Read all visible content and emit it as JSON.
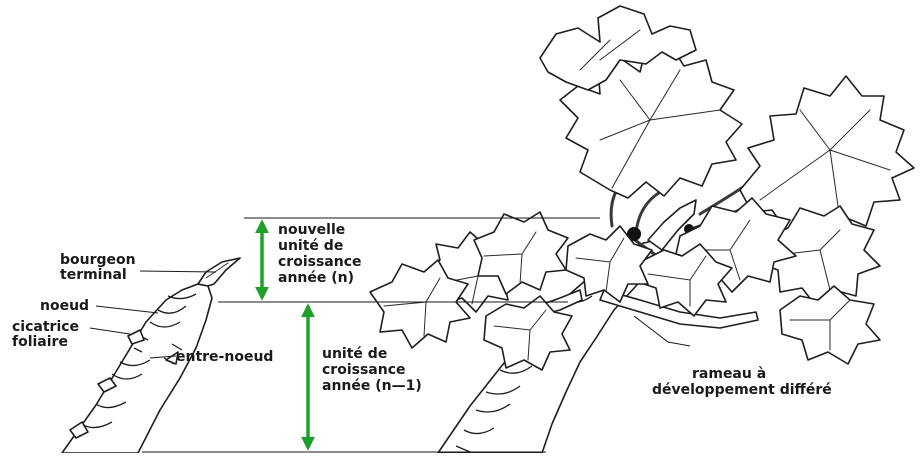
{
  "labels": {
    "bourgeon_terminal": [
      "bourgeon",
      "terminal"
    ],
    "noeud": "noeud",
    "cicatrice_foliaire": [
      "cicatrice",
      "foliaire"
    ],
    "entre_noeud": "entre-noeud",
    "nouvelle_unite": [
      "nouvelle",
      "unité de",
      "croissance",
      "année (n)"
    ],
    "unite_precedente": [
      "unité de",
      "croissance",
      "année (n—1)"
    ],
    "rameau_differe": [
      "rameau à",
      "développement différé"
    ]
  },
  "colors": {
    "arrow": "#1fa02a",
    "ink": "#1a1a1a",
    "paper": "#ffffff"
  },
  "icons": {
    "arrow": "double-headed-vertical-arrow",
    "bud_marker": "filled-black-dot"
  }
}
